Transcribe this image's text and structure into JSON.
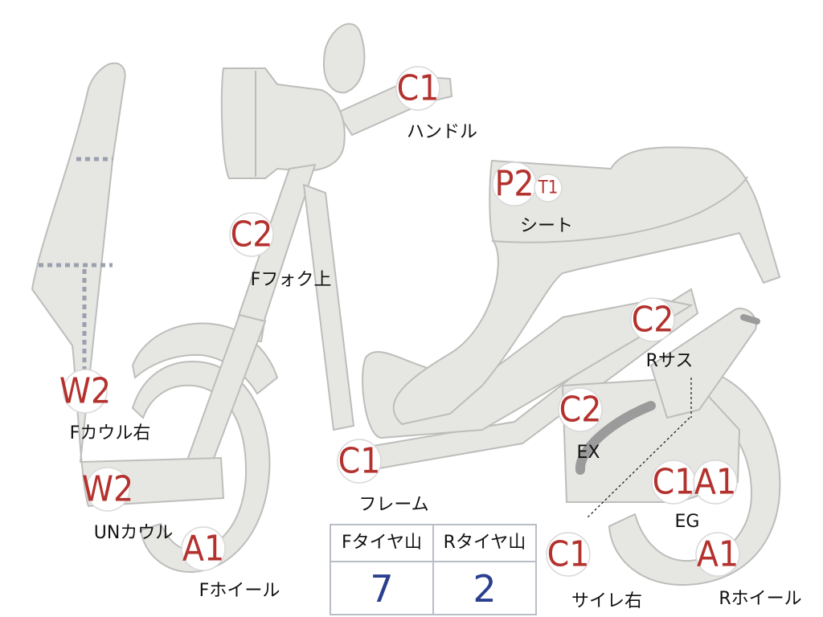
{
  "badges": {
    "handle": "C1",
    "seat_p": "P2",
    "seat_t": "T1",
    "fork": "C2",
    "rear_sus": "C2",
    "exhaust": "C2",
    "cowl_right": "W2",
    "under_cowl": "W2",
    "frame": "C1",
    "engine_c": "C1",
    "engine_a": "A1",
    "front_wheel": "A1",
    "rear_wheel": "A1",
    "muffler_right": "C1"
  },
  "labels": {
    "handle": "ハンドル",
    "seat": "シート",
    "fork": "Fフォク上",
    "rear_sus": "Rサス",
    "exhaust": "EX",
    "cowl_right": "Fカウル右",
    "under_cowl": "UNカウル",
    "frame": "フレーム",
    "engine": "EG",
    "front_wheel": "Fホイール",
    "rear_wheel": "Rホイール",
    "muffler_right": "サイレ右"
  },
  "tire_table": {
    "front_header": "Fタイヤ山",
    "rear_header": "Rタイヤ山",
    "front_value": "7",
    "rear_value": "2"
  },
  "colors": {
    "badge_text": "#b3322e",
    "table_value": "#2b3f8f",
    "body_fill": "#e6e6e3"
  }
}
